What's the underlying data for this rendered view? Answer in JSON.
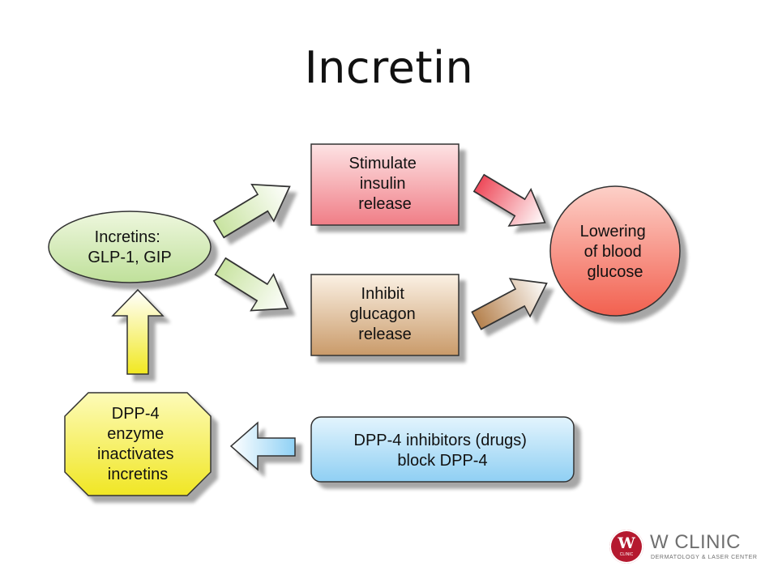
{
  "title": "Incretin",
  "nodes": {
    "incretins": {
      "lines": [
        "Incretins:",
        "GLP-1, GIP"
      ]
    },
    "stimulate": {
      "lines": [
        "Stimulate",
        "insulin",
        "release"
      ]
    },
    "inhibit": {
      "lines": [
        "Inhibit",
        "glucagon",
        "release"
      ]
    },
    "lowering": {
      "lines": [
        "Lowering",
        "of blood",
        "glucose"
      ]
    },
    "dpp4_enzyme": {
      "lines": [
        "DPP-4",
        "enzyme",
        "inactivates",
        "incretins"
      ]
    },
    "dpp4_inhibitors": {
      "lines": [
        "DPP-4 inhibitors (drugs)",
        "block DPP-4"
      ]
    }
  },
  "colors": {
    "green": "#d6ebb5",
    "red": "#f5a4aa",
    "brown": "#d9b48a",
    "salmon": "#f7786a",
    "yellow": "#f7f25a",
    "blue": "#9fd8f6"
  },
  "brand": {
    "logo_letter": "W",
    "logo_sub": "CLINIC",
    "name": "W CLINIC",
    "tagline": "DERMATOLOGY & LASER CENTER"
  }
}
